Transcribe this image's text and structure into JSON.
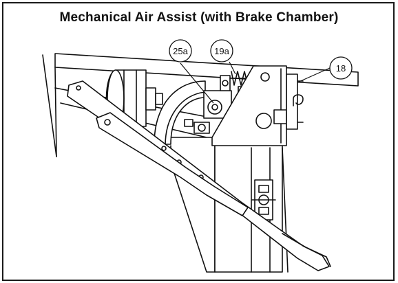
{
  "figure": {
    "title": "Mechanical Air Assist (with Brake Chamber)"
  },
  "callouts": [
    {
      "label": "25a"
    },
    {
      "label": "19a"
    },
    {
      "label": "18"
    }
  ],
  "colors": {
    "line": "#111111",
    "fill": "#ffffff",
    "hatch": "#8a8a8a"
  }
}
